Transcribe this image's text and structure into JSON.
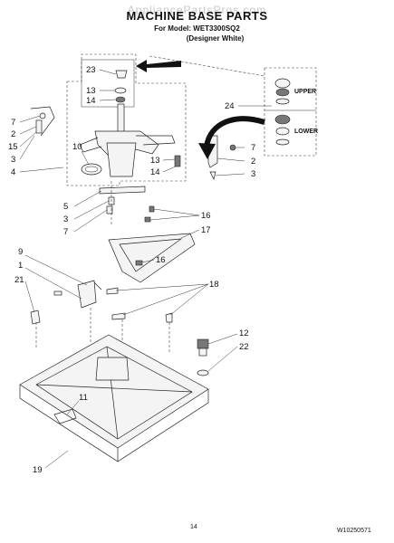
{
  "watermark": "AppliancePartsPros.com",
  "header": {
    "title": "MACHINE BASE PARTS",
    "model_line": "For Model: WET3300SQ2",
    "color_line": "(Designer White)"
  },
  "callouts": [
    {
      "id": "c23",
      "text": "23"
    },
    {
      "id": "c13a",
      "text": "13"
    },
    {
      "id": "c14a",
      "text": "14"
    },
    {
      "id": "c24",
      "text": "24"
    },
    {
      "id": "c7a",
      "text": "7"
    },
    {
      "id": "c2a",
      "text": "2"
    },
    {
      "id": "c15",
      "text": "15"
    },
    {
      "id": "c3a",
      "text": "3"
    },
    {
      "id": "c10",
      "text": "10"
    },
    {
      "id": "c4",
      "text": "4"
    },
    {
      "id": "c13b",
      "text": "13"
    },
    {
      "id": "c14b",
      "text": "14"
    },
    {
      "id": "c7b",
      "text": "7"
    },
    {
      "id": "c2b",
      "text": "2"
    },
    {
      "id": "c3b",
      "text": "3"
    },
    {
      "id": "c5",
      "text": "5"
    },
    {
      "id": "c3c",
      "text": "3"
    },
    {
      "id": "c7c",
      "text": "7"
    },
    {
      "id": "c16a",
      "text": "16"
    },
    {
      "id": "c17",
      "text": "17"
    },
    {
      "id": "c16b",
      "text": "16"
    },
    {
      "id": "c9",
      "text": "9"
    },
    {
      "id": "c1",
      "text": "1"
    },
    {
      "id": "c21",
      "text": "21"
    },
    {
      "id": "c18",
      "text": "18"
    },
    {
      "id": "c12",
      "text": "12"
    },
    {
      "id": "c22",
      "text": "22"
    },
    {
      "id": "c11",
      "text": "11"
    },
    {
      "id": "c19",
      "text": "19"
    }
  ],
  "labels": {
    "upper": "UPPER",
    "lower": "LOWER"
  },
  "footer": {
    "page_number": "14",
    "doc_number": "W10250571"
  }
}
